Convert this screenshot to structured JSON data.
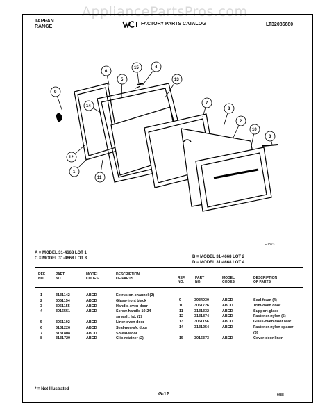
{
  "watermark": "AppliancePartsPros.com",
  "header": {
    "brand_line1": "TAPPAN",
    "brand_line2": "RANGE",
    "catalog_title": "FACTORY PARTS CATALOG",
    "document_number": "LT32086680"
  },
  "diagram": {
    "code": "E0323",
    "callouts": [
      "1",
      "2",
      "3",
      "4",
      "5",
      "6",
      "7",
      "8",
      "9",
      "10",
      "11",
      "12",
      "13",
      "14",
      "15"
    ]
  },
  "models": {
    "a": "A = MODEL 31-4668 LOT 1",
    "b": "B = MODEL 31-4668 LOT 2",
    "c": "C = MODEL 31-4668 LOT 3",
    "d": "D = MODEL 31-4668 LOT 4"
  },
  "table_headers": {
    "ref_no": [
      "REF.",
      "NO."
    ],
    "part_no": [
      "PART",
      "NO."
    ],
    "model_codes": [
      "MODEL",
      "CODES"
    ],
    "description": [
      "DESCRIPTION",
      "OF PARTS"
    ]
  },
  "parts_left": [
    {
      "ref": "1",
      "part": "3131142",
      "codes": "ABCD",
      "desc": "Extrusion-channel (2)"
    },
    {
      "ref": "2",
      "part": "3051154",
      "codes": "ABCD",
      "desc": "Glass-front black"
    },
    {
      "ref": "3",
      "part": "3051155",
      "codes": "ABCD",
      "desc": "Handle-oven door"
    },
    {
      "ref": "4",
      "part": "3016551",
      "codes": "ABCD",
      "desc": "Screw-handle 10-24"
    },
    {
      "ref": "",
      "part": "",
      "codes": "",
      "desc": "sp wsh. hd. (2)"
    },
    {
      "ref": "5",
      "part": "3051192",
      "codes": "ABCD",
      "desc": "Liner-oven door"
    },
    {
      "ref": "6",
      "part": "3131226",
      "codes": "ABCD",
      "desc": "Seal-non-s/c door"
    },
    {
      "ref": "7",
      "part": "3131808",
      "codes": "ABCD",
      "desc": "Shield-wool"
    },
    {
      "ref": "8",
      "part": "3131720",
      "codes": "ABCD",
      "desc": "Clip-retainer (2)"
    }
  ],
  "parts_right": [
    {
      "ref": "9",
      "part": "3934030",
      "codes": "ABCD",
      "desc": "Seal-foam (4)"
    },
    {
      "ref": "10",
      "part": "3051726",
      "codes": "ABCD",
      "desc": "Trim-oven door"
    },
    {
      "ref": "11",
      "part": "3131332",
      "codes": "ABCD",
      "desc": "Support-glass"
    },
    {
      "ref": "12",
      "part": "3131874",
      "codes": "ABCD",
      "desc": "Fastener-nylon (5)"
    },
    {
      "ref": "13",
      "part": "3051156",
      "codes": "ABCD",
      "desc": "Glass-oven door rear"
    },
    {
      "ref": "14",
      "part": "3131254",
      "codes": "ABCD",
      "desc": "Fastener-nylon spacer"
    },
    {
      "ref": "",
      "part": "",
      "codes": "",
      "desc": "(3)"
    },
    {
      "ref": "15",
      "part": "3016373",
      "codes": "ABCD",
      "desc": "Cover-door liner"
    }
  ],
  "footer": {
    "footnote": "* = Not Illustrated",
    "page": "G-12",
    "date": "9/88"
  }
}
